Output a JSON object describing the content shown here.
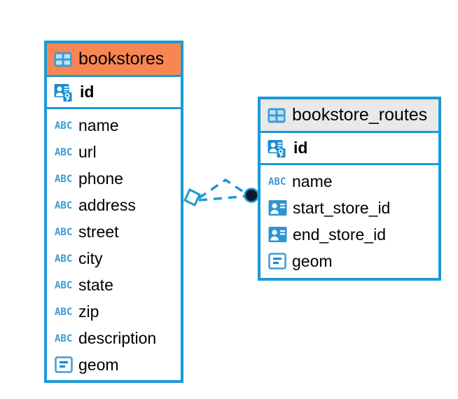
{
  "diagram": {
    "type": "entity-relationship",
    "background": "#ffffff",
    "accent_blue": "#1B9AD6",
    "accent_orange": "#F98650",
    "accent_gray": "#E9E9E9",
    "icon_blue": "#3C9BD6"
  },
  "tables": [
    {
      "name": "bookstores",
      "header_color": "#F98650",
      "header_style": "accent-orange",
      "primary_key": {
        "label": "id",
        "icon": "primary-key-icon"
      },
      "fields": [
        {
          "label": "name",
          "icon": "abc-text-icon"
        },
        {
          "label": "url",
          "icon": "abc-text-icon"
        },
        {
          "label": "phone",
          "icon": "abc-text-icon"
        },
        {
          "label": "address",
          "icon": "abc-text-icon"
        },
        {
          "label": "street",
          "icon": "abc-text-icon"
        },
        {
          "label": "city",
          "icon": "abc-text-icon"
        },
        {
          "label": "state",
          "icon": "abc-text-icon"
        },
        {
          "label": "zip",
          "icon": "abc-text-icon"
        },
        {
          "label": "description",
          "icon": "abc-text-icon"
        },
        {
          "label": "geom",
          "icon": "geometry-icon"
        }
      ]
    },
    {
      "name": "bookstore_routes",
      "header_color": "#E9E9E9",
      "header_style": "accent-gray",
      "primary_key": {
        "label": "id",
        "icon": "primary-key-icon"
      },
      "fields": [
        {
          "label": "name",
          "icon": "abc-text-icon"
        },
        {
          "label": "start_store_id",
          "icon": "foreign-key-icon"
        },
        {
          "label": "end_store_id",
          "icon": "foreign-key-icon"
        },
        {
          "label": "geom",
          "icon": "geometry-icon"
        }
      ]
    }
  ],
  "relationship": {
    "style": "dashed",
    "color": "#1B9AD6",
    "source_endpoint": "diamond",
    "target_endpoint": "filled-circle",
    "target_endpoint_color": "#0A1A2A"
  }
}
